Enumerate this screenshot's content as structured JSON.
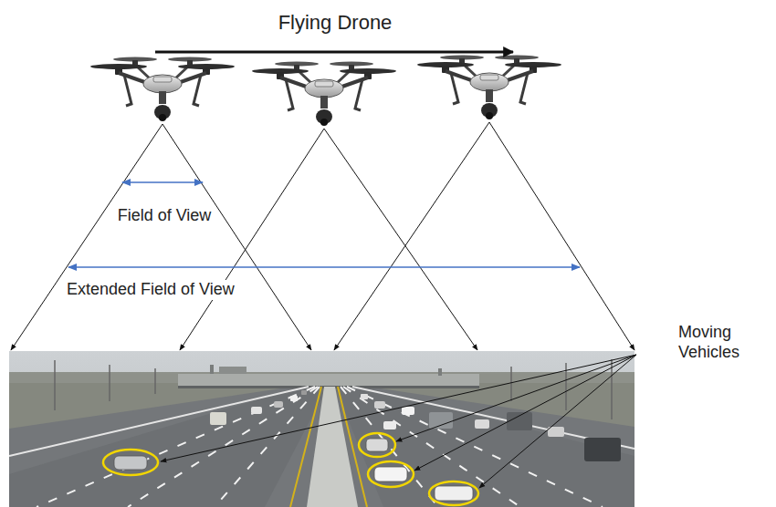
{
  "diagram": {
    "labels": [
      "Flying Drone",
      "Field of View",
      "Extended Field of View",
      "Moving Vehicles"
    ]
  }
}
